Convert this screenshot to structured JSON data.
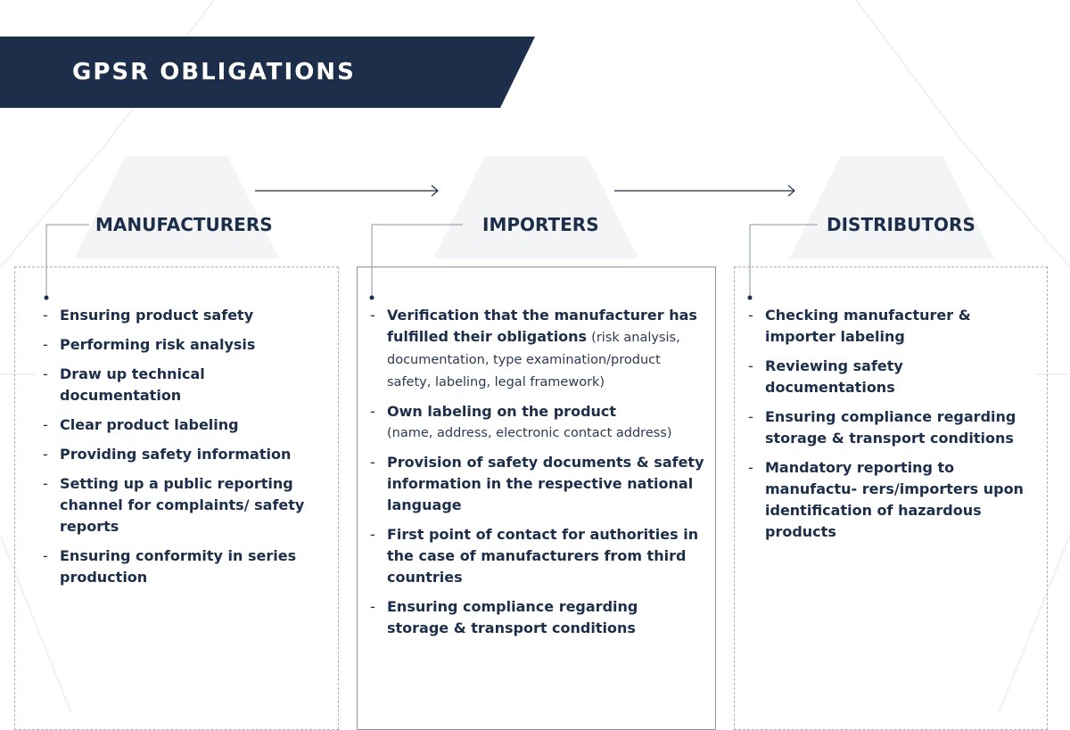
{
  "title": "GPSR OBLIGATIONS",
  "colors": {
    "navy": "#1c2e4a",
    "line": "#8a94a2",
    "hex_bg": "#f3f4f5",
    "dashed_border": "#aab0b8"
  },
  "columns": [
    {
      "heading": "MANUFACTURERS",
      "items": [
        {
          "strong": "Ensuring product safety"
        },
        {
          "strong": "Performing risk analysis"
        },
        {
          "strong": "Draw up technical documentation"
        },
        {
          "strong": "Clear product labeling"
        },
        {
          "strong": "Providing safety information"
        },
        {
          "strong": "Setting up a public reporting channel for complaints/ safety reports"
        },
        {
          "strong": "Ensuring conformity in series production"
        }
      ]
    },
    {
      "heading": "IMPORTERS",
      "items": [
        {
          "strong": "Verification that the manufacturer has fulfilled their obligations",
          "light": "(risk analysis, documentation, type examination/product safety, labeling, legal framework)"
        },
        {
          "strong": "Own labeling on the product",
          "light_break": "(name, address, electronic contact address)"
        },
        {
          "strong": "Provision of safety documents & safety information in the respective national language"
        },
        {
          "strong": "First point of contact for authorities in the case of manufacturers from third countries"
        },
        {
          "strong": "Ensuring compliance regarding storage & transport conditions"
        }
      ]
    },
    {
      "heading": "DISTRIBUTORS",
      "items": [
        {
          "strong": "Checking manufacturer & importer labeling"
        },
        {
          "strong": "Reviewing safety documentations"
        },
        {
          "strong": "Ensuring compliance regarding storage & transport conditions"
        },
        {
          "strong": "Mandatory reporting to manufactu- rers/importers upon identification of hazardous products"
        }
      ]
    }
  ],
  "bullet_marker": "-"
}
